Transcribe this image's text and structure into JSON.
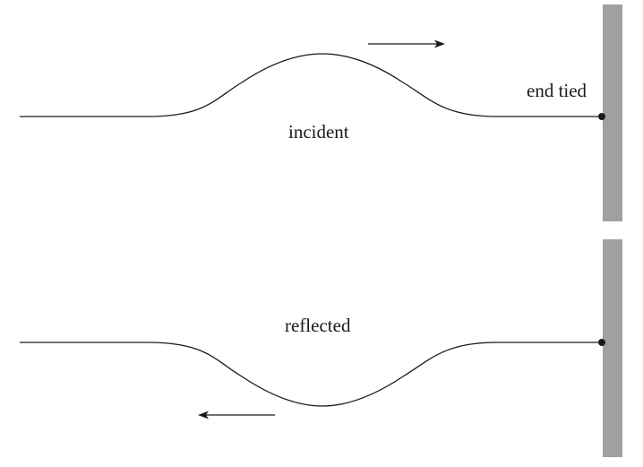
{
  "labels": {
    "end_tied": "end tied",
    "incident": "incident",
    "reflected": "reflected"
  },
  "colors": {
    "wall": "#a0a0a0",
    "line": "#1a1a1a",
    "background": "#ffffff"
  }
}
